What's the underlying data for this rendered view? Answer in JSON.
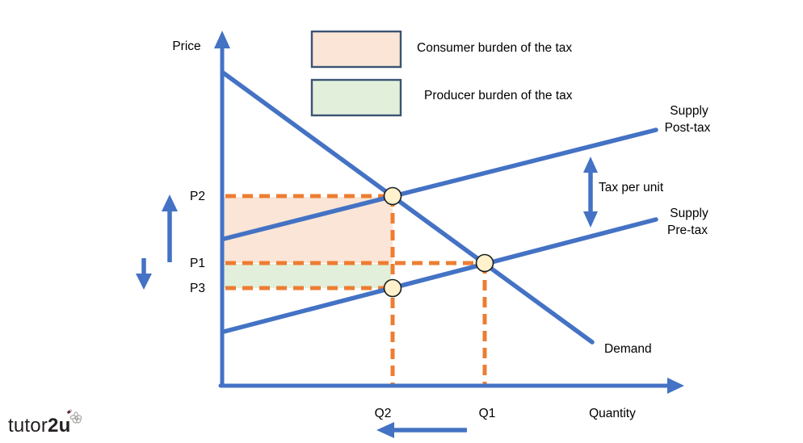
{
  "colors": {
    "curve_blue": "#4472C4",
    "dash_orange": "#ED7D31",
    "consumer_burden_fill": "#FBE5D6",
    "producer_burden_fill": "#E2EFDA",
    "equilibrium_point_fill": "#FFF2CC",
    "legend_border": "#3B5373",
    "text": "#000000",
    "logo_text": "#231F20"
  },
  "legend": {
    "consumer_label": "Consumer burden of the tax",
    "producer_label": "Producer burden of the tax"
  },
  "axes": {
    "y_label": "Price",
    "x_label": "Quantity"
  },
  "price_labels": {
    "p2": "P2",
    "p1": "P1",
    "p3": "P3"
  },
  "quantity_labels": {
    "q2": "Q2",
    "q1": "Q1"
  },
  "curve_labels": {
    "demand": "Demand",
    "supply_post_line1": "Supply",
    "supply_post_line2": "Post-tax",
    "supply_pre_line1": "Supply",
    "supply_pre_line2": "Pre-tax"
  },
  "annotations": {
    "tax_per_unit": "Tax per unit"
  },
  "logo": {
    "part1": "tutor",
    "part2": "2u"
  }
}
